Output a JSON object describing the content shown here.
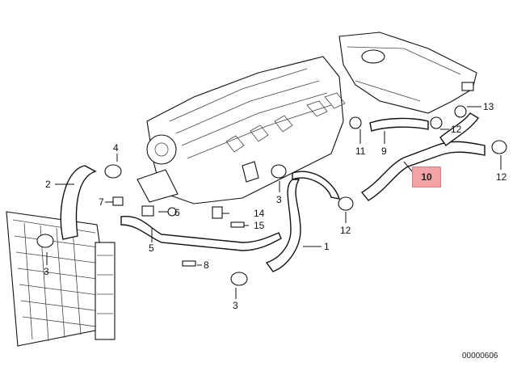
{
  "labels": {
    "p1": "1",
    "p2": "2",
    "p3a": "3",
    "p3b": "3",
    "p3c": "3",
    "p4": "4",
    "p5": "5",
    "p6": "6",
    "p7": "7",
    "p8": "8",
    "p9": "9",
    "p10": "10",
    "p11": "11",
    "p12a": "12",
    "p12b": "12",
    "p12c": "12",
    "p13": "13",
    "p14": "14",
    "p15": "15"
  },
  "reference_number": "00000606",
  "highlight_color": "#f4a3a6"
}
